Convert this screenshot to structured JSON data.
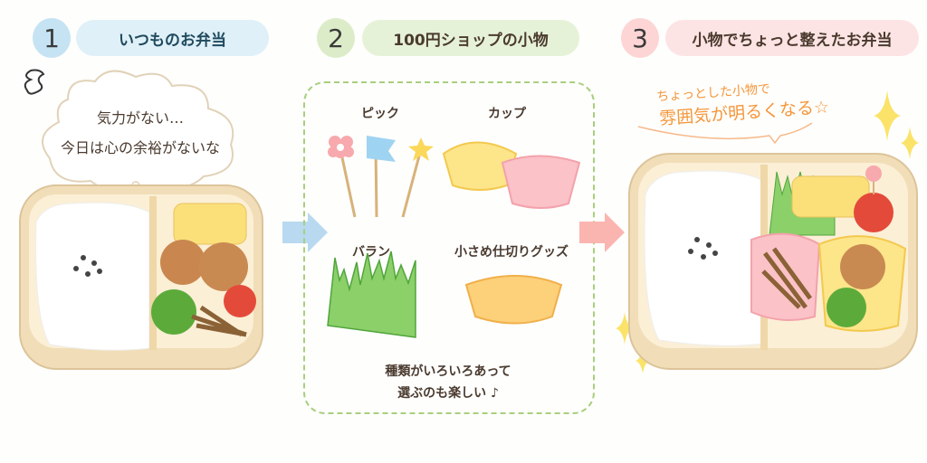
{
  "steps": [
    {
      "number": "1",
      "title": "いつものお弁当",
      "color": "#c5e3f3",
      "pill_color": "#dff0f8",
      "text_color": "#1f4a5e"
    },
    {
      "number": "2",
      "title": "100円ショップの小物",
      "color": "#ddecc8",
      "pill_color": "#e6f2d8",
      "text_color": "#4a3a2e"
    },
    {
      "number": "3",
      "title": "小物でちょっと整えたお弁当",
      "color": "#fdd5d5",
      "pill_color": "#fde4e4",
      "text_color": "#4a3a2e"
    }
  ],
  "bubble": {
    "line1": "気力がない…",
    "line2": "今日は心の余裕がないな"
  },
  "items": {
    "pick": "ピック",
    "cup": "カップ",
    "baran": "バラン",
    "divider": "小さめ仕切りグッズ",
    "caption_line1": "種類がいろいろあって",
    "caption_line2": "選ぶのも楽しい ♪"
  },
  "result": {
    "line1": "ちょっとした小物で",
    "line2": "雰囲気が明るくなる☆",
    "accent": "#f5963a"
  }
}
